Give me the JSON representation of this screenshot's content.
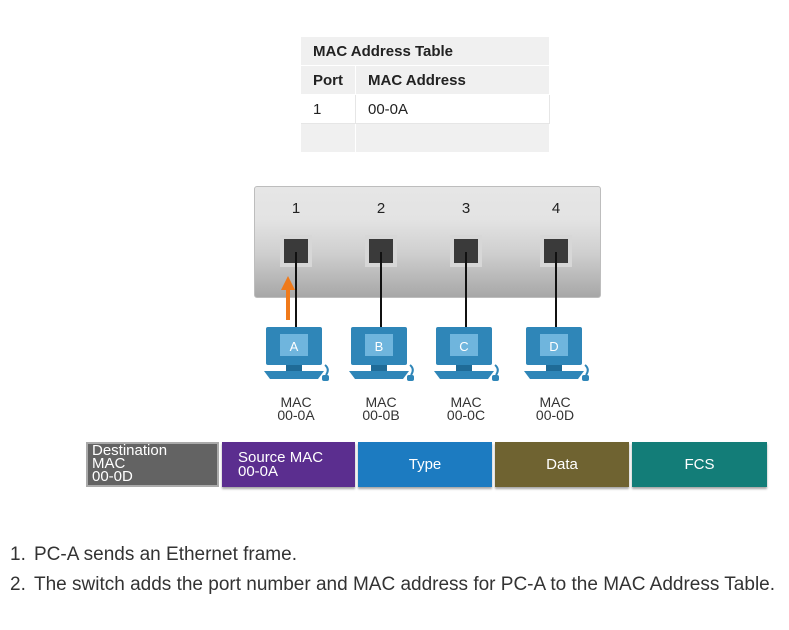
{
  "mac_table": {
    "title": "MAC Address Table",
    "headers": [
      "Port",
      "MAC Address"
    ],
    "rows": [
      {
        "port": "1",
        "mac": "00-0A"
      },
      {
        "port": "",
        "mac": ""
      }
    ]
  },
  "switch": {
    "ports": [
      "1",
      "2",
      "3",
      "4"
    ]
  },
  "pcs": [
    {
      "name": "A",
      "mac_label": "MAC",
      "mac": "00-0A"
    },
    {
      "name": "B",
      "mac_label": "MAC",
      "mac": "00-0B"
    },
    {
      "name": "C",
      "mac_label": "MAC",
      "mac": "00-0C"
    },
    {
      "name": "D",
      "mac_label": "MAC",
      "mac": "00-0D"
    }
  ],
  "frame": {
    "destination": {
      "label1": "Destination",
      "label2": "MAC",
      "value": "00-0D"
    },
    "source": {
      "label": "Source MAC",
      "value": "00-0A"
    },
    "type": "Type",
    "data": "Data",
    "fcs": "FCS"
  },
  "steps": [
    {
      "n": "1.",
      "text": "PC-A sends an Ethernet frame."
    },
    {
      "n": "2.",
      "text": "The switch adds the port number and MAC address for PC-A to the MAC Address Table."
    }
  ],
  "colors": {
    "arrow": "#f07a1a",
    "pc_blue": "#2f86b8",
    "dest_field": "#636363",
    "source_field": "#5b2e8f",
    "type_field": "#1c7bc1",
    "data_field": "#6f6331",
    "fcs_field": "#137d78"
  }
}
